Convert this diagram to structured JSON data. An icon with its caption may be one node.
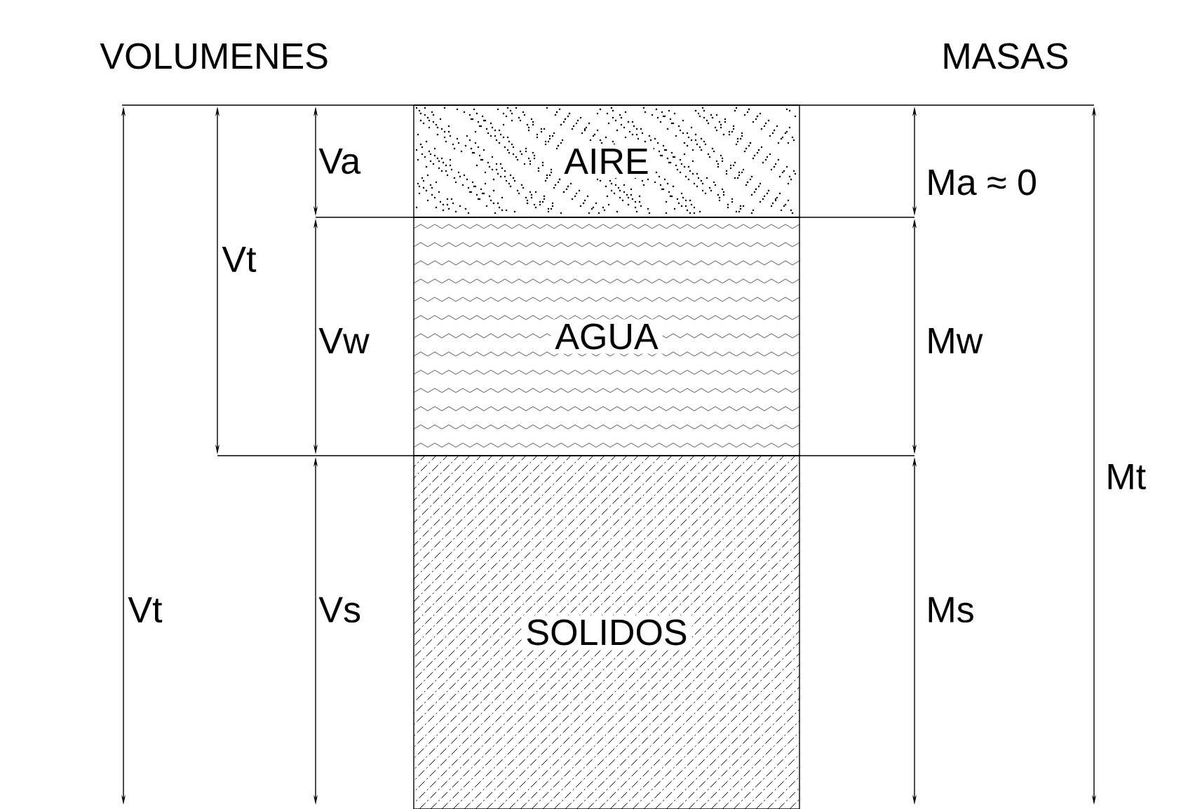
{
  "diagram": {
    "nodes": [
      {
        "text": [
          "AIRE"
        ]
      },
      {
        "text": [
          "AGUA"
        ]
      },
      {
        "text": [
          "SOLIDOS"
        ]
      }
    ],
    "labels": [
      "VOLUMENES",
      "MASAS",
      "Va",
      "Vt",
      "Ma ≈ 0",
      "Vw",
      "Mw",
      "Mt",
      "Vt",
      "Vs",
      "Ms"
    ]
  }
}
